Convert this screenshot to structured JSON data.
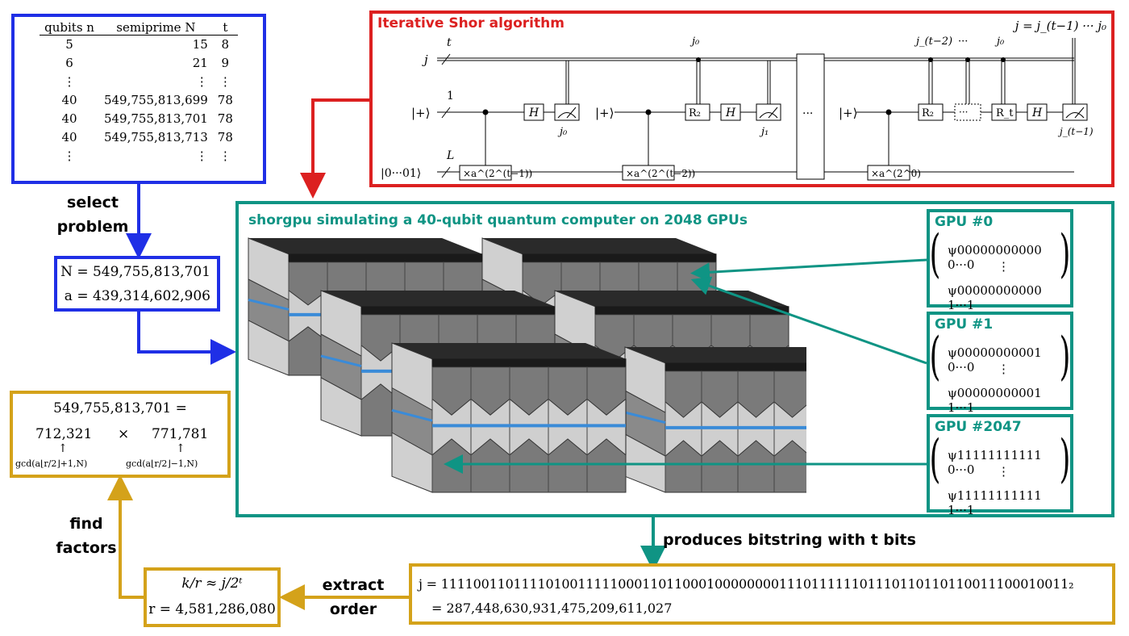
{
  "problem_table": {
    "headers": [
      "qubits n",
      "semiprime N",
      "t"
    ],
    "rows": [
      [
        "5",
        "15",
        "8"
      ],
      [
        "6",
        "21",
        "9"
      ],
      [
        "⋮",
        "⋮",
        "⋮"
      ],
      [
        "40",
        "549,755,813,699",
        "78"
      ],
      [
        "40",
        "549,755,813,701",
        "78"
      ],
      [
        "40",
        "549,755,813,713",
        "78"
      ],
      [
        "⋮",
        "⋮",
        "⋮"
      ]
    ]
  },
  "select_label": [
    "select",
    "problem"
  ],
  "selected": {
    "N": "N = 549,755,813,701",
    "a": "a = 439,314,602,906"
  },
  "shor": {
    "title": "Iterative Shor algorithm",
    "wire_labels": [
      "j",
      "|+⟩",
      "|0···01⟩"
    ],
    "top_labels": [
      "t",
      "1",
      "L"
    ],
    "gates": [
      "H",
      "R₂",
      "H",
      "R₂",
      "···",
      "R_t",
      "H"
    ],
    "ops": [
      "×a^(2^(t−1))",
      "×a^(2^(t−2))",
      "×a^(2^0)"
    ],
    "measure_labels": [
      "j₀",
      "j₁",
      "j_(t−1)"
    ],
    "control_labels": [
      "j₀",
      "j_(t−2)",
      "···",
      "j₀"
    ],
    "plus": "|+⟩",
    "result": "j = j_(t−1) ··· j₀"
  },
  "gpu_panel": {
    "title": "shorgpu simulating a 40-qubit quantum computer on 2048 GPUs",
    "gpus": [
      {
        "name": "GPU #0",
        "first": "ψ00000000000 0···0",
        "last": "ψ00000000000 1···1"
      },
      {
        "name": "GPU #1",
        "first": "ψ00000000001 0···0",
        "last": "ψ00000000001 1···1"
      },
      {
        "name": "GPU #2047",
        "first": "ψ11111111111 0···0",
        "last": "ψ11111111111 1···1"
      }
    ],
    "dots": "⋮"
  },
  "produces_label": "produces bitstring with t bits",
  "bitstring": {
    "line1": "j = 111100110111101001111100011011000100000000111011111101110110110110011100010011₂",
    "line2": "= 287,448,630,931,475,209,611,027"
  },
  "extract_label": [
    "extract",
    "order"
  ],
  "order": {
    "line1": "k/r ≈ j/2ᵗ",
    "line2": "r = 4,581,286,080"
  },
  "find_label": [
    "find",
    "factors"
  ],
  "factors": {
    "line1": "549,755,813,701 =",
    "f1": "712,321",
    "times": "×",
    "f2": "771,781",
    "arrow": "↑",
    "g1": "gcd(a⌊r/2⌋+1,N)",
    "g2": "gcd(a⌊r/2⌋−1,N)"
  },
  "colors": {
    "blue": "#1f2fe6",
    "red": "#dc2020",
    "teal": "#0f9484",
    "gold": "#d4a21a"
  }
}
